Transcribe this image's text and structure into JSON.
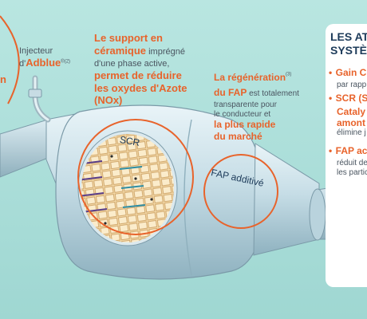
{
  "colors": {
    "background": "#aee0dc",
    "orange": "#e8632b",
    "navy": "#1d3b5a",
    "gray_text": "#4a5560",
    "metal": "#cfe3ea"
  },
  "injector": {
    "label_line1": "Injecteur",
    "label_prefix": "d'",
    "label_brand": "Adblue",
    "label_reg": "®",
    "label_note": "(2)"
  },
  "left_edge": {
    "letter": "n"
  },
  "support": {
    "head1": "Le support en",
    "head2_bold": "céramique",
    "head2_rest": " imprégné",
    "body1": "d'une phase active,",
    "bold1": "permet de réduire",
    "bold2": "les oxydes d'Azote",
    "bold3": "(NOx)"
  },
  "regen": {
    "head1": "La régénération",
    "note": "(3)",
    "head2_bold": "du FAP",
    "head2_rest": " est totalement",
    "body1": "transparente pour",
    "body2": "le conducteur et",
    "bold1": "la plus rapide",
    "bold2": "du marché"
  },
  "labels": {
    "scr": "SCR",
    "fap": "FAP additivé"
  },
  "panel": {
    "title1": "LES AT",
    "title2": "SYSTÈ",
    "items": [
      {
        "bullet": "•",
        "head": "Gain C",
        "sub": "par rapp"
      },
      {
        "bullet": "•",
        "head": "SCR (S",
        "head2": "Cataly",
        "head3": "amont",
        "sub": "élimine j"
      },
      {
        "bullet": "•",
        "head": "FAP ac",
        "sub": "réduit de",
        "sub2": "les partic"
      }
    ]
  }
}
